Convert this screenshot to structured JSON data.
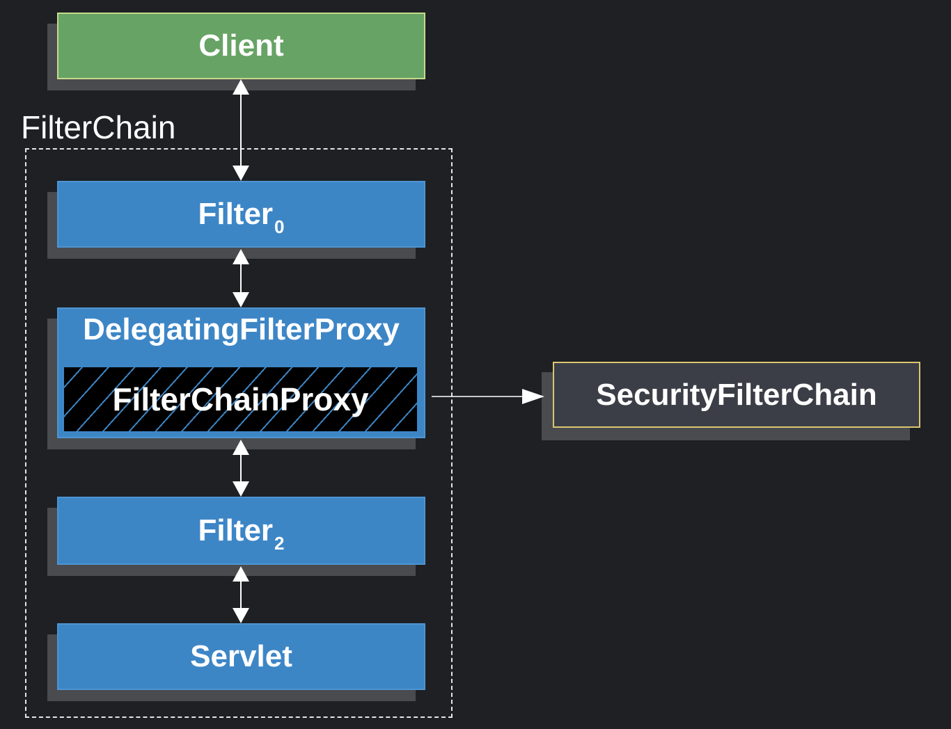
{
  "diagram": {
    "client": "Client",
    "filter_chain_title": "FilterChain",
    "filter0": {
      "name": "Filter",
      "subscript": "0"
    },
    "delegating_filter_proxy": "DelegatingFilterProxy",
    "filter_chain_proxy": "FilterChainProxy",
    "filter2": {
      "name": "Filter",
      "subscript": "2"
    },
    "servlet": "Servlet",
    "security_filter_chain": "SecurityFilterChain"
  },
  "colors": {
    "background": "#1e2024",
    "client_fill": "#67a365",
    "client_border": "#c7d98a",
    "filter_fill": "#3d86c6",
    "security_chain_fill": "#3c3e47",
    "security_chain_border": "#d9c770",
    "proxy_fill": "#000000",
    "arrows": "#ffffff"
  }
}
